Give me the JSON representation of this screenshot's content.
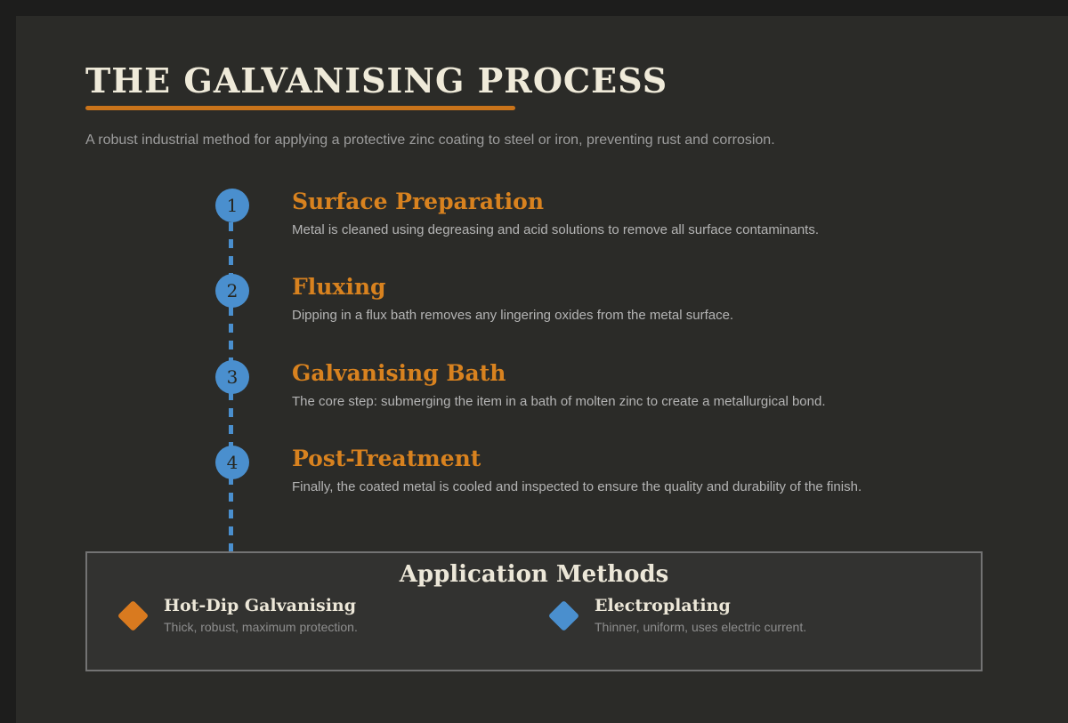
{
  "page": {
    "title": "THE GALVANISING PROCESS",
    "subtitle": "A robust industrial method for applying a protective zinc coating to steel or iron, preventing rust and corrosion."
  },
  "steps": [
    {
      "number": "1",
      "title": "Surface Preparation",
      "description": "Metal is cleaned using degreasing and acid solutions to remove all surface contaminants."
    },
    {
      "number": "2",
      "title": "Fluxing",
      "description": "Dipping in a flux bath removes any lingering oxides from the metal surface."
    },
    {
      "number": "3",
      "title": "Galvanising Bath",
      "description": "The core step: submerging the item in a bath of molten zinc to create a metallurgical bond."
    },
    {
      "number": "4",
      "title": "Post-Treatment",
      "description": "Finally, the coated metal is cooled and inspected to ensure the quality and durability of the finish."
    }
  ],
  "application_methods": {
    "title": "Application Methods",
    "items": [
      {
        "icon": "orange-diamond-icon",
        "label": "Hot-Dip Galvanising",
        "description": "Thick, robust, maximum protection.",
        "color": "#d97a1f"
      },
      {
        "icon": "blue-diamond-icon",
        "label": "Electroplating",
        "description": "Thinner, uniform, uses electric current.",
        "color": "#4a8fce"
      }
    ]
  },
  "colors": {
    "background_panel": "#2b2b28",
    "background_frame": "#1d1d1c",
    "accent_orange": "#d8821f",
    "underline_orange": "#c9731a",
    "accent_blue": "#4a8fce",
    "cream_text": "#efead9",
    "gray_text": "#9d9d9d"
  }
}
